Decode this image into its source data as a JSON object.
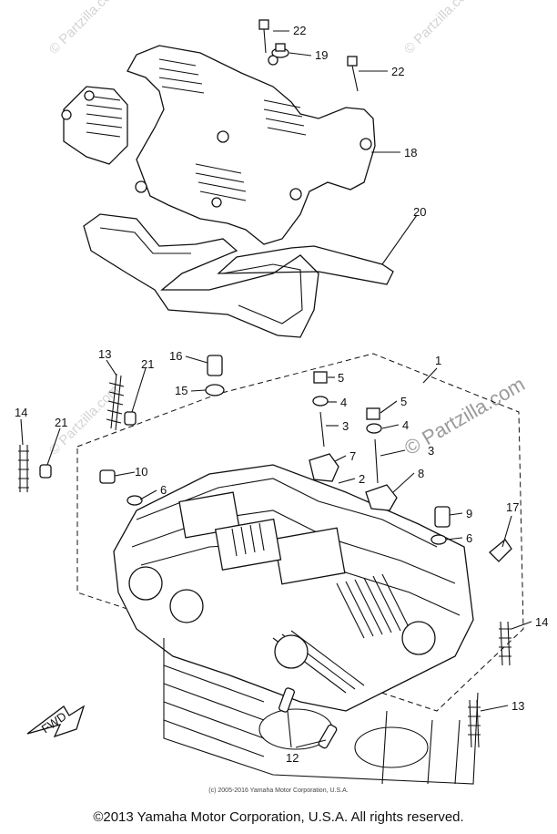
{
  "watermarks": [
    "© Partzilla.com",
    "© Partzilla.com",
    "© Partzilla.com",
    "© Partzilla.com"
  ],
  "callouts": {
    "c22a": "22",
    "c19": "19",
    "c22b": "22",
    "c18": "18",
    "c20": "20",
    "c1": "1",
    "c13a": "13",
    "c21a": "21",
    "c16": "16",
    "c15": "15",
    "c14a": "14",
    "c21b": "21",
    "c5a": "5",
    "c4a": "4",
    "c3a": "3",
    "c5b": "5",
    "c4b": "4",
    "c3b": "3",
    "c7": "7",
    "c2": "2",
    "c8": "8",
    "c10": "10",
    "c6a": "6",
    "c9": "9",
    "c6b": "6",
    "c17": "17",
    "c14b": "14",
    "c13b": "13",
    "c12": "12"
  },
  "fwd_label": "FWD",
  "small_copyright": "(c) 2005-2016 Yamaha Motor Corporation, U.S.A.",
  "footer": "©2013 Yamaha Motor Corporation, U.S.A. All rights reserved."
}
